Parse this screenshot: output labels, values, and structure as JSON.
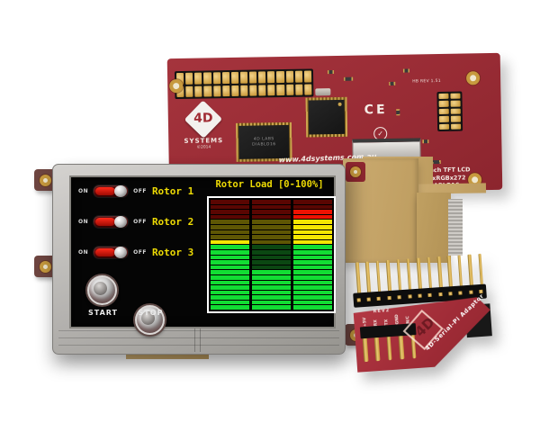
{
  "screen_ui": {
    "title": "Rotor Load [0-100%]",
    "switch_on_label": "ON",
    "switch_off_label": "OFF",
    "rotors": [
      "Rotor 1",
      "Rotor 2",
      "Rotor 3"
    ],
    "start_label": "START",
    "stop_label": "STOP"
  },
  "chart_data": {
    "type": "bar",
    "title": "Rotor Load [0-100%]",
    "categories": [
      "Rotor 1",
      "Rotor 2",
      "Rotor 3"
    ],
    "values_percent": [
      64,
      36,
      91
    ],
    "ylim": [
      0,
      100
    ],
    "render_style": "segmented-led-bargraph",
    "segments_total": 22,
    "lit_segments": [
      14,
      8,
      20
    ],
    "zones": [
      {
        "name": "red",
        "rows": 4,
        "lit": "#ee1202",
        "unlit": "#5a0602"
      },
      {
        "name": "yellow",
        "rows": 5,
        "lit": "#f5e602",
        "unlit": "#5e5604"
      },
      {
        "name": "green",
        "rows": 13,
        "lit": "#12dd33",
        "unlit": "#0b4712"
      }
    ],
    "background": "#000000",
    "border_color": "#ffffff"
  },
  "main_board": {
    "logo_mark": "4D",
    "logo_text": "SYSTEMS",
    "logo_copyright": "©2014",
    "chip1_line1": "4D LABS",
    "chip1_line2": "DIABLO16",
    "website": "www.4dsystems.com.au",
    "rev_text": "HB REV 1.51",
    "ce_mark": "CE",
    "cert_check": "✓",
    "label_line1": "4.3 inch TFT LCD",
    "label_line2": "480xRGBx272",
    "label_line3": "DIABLO16",
    "top_header_pins_per_row": 15,
    "prog_header_pins_per_row": 5
  },
  "adapter_board": {
    "rev": "REV2",
    "name": "4D-Serial-Pi Adaptor",
    "logo_mark": "4D",
    "pin_labels": [
      "+5V",
      "RX",
      "TX",
      "GND",
      "N/C"
    ],
    "top_pins": 13,
    "bottom_pins": 5
  },
  "colors": {
    "pcb_red": "#9b2d36",
    "adapter_red": "#a93540",
    "gold": "#c79a3e",
    "bezel_silver": "#b3b1ae",
    "screen_yellow": "#eedb04",
    "flex_tan": "#c4a368"
  }
}
